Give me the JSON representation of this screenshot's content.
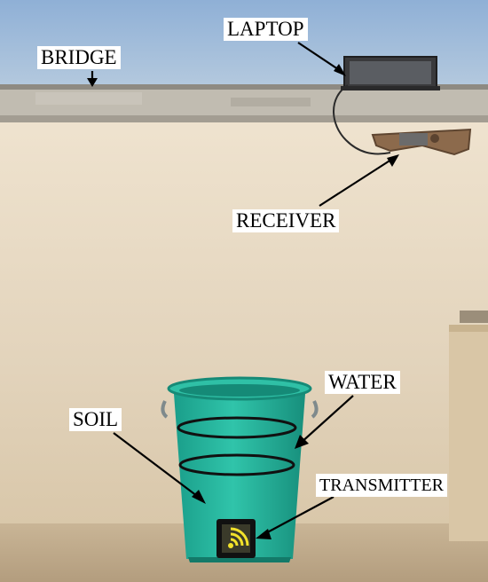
{
  "labels": {
    "bridge": "BRIDGE",
    "laptop": "LAPTOP",
    "receiver": "RECEIVER",
    "water": "WATER",
    "soil": "SOIL",
    "transmitter": "TRANSMITTER"
  },
  "colors": {
    "sky": "#9bb8d8",
    "wall": "#e4d6c0",
    "bridge_slab": "#b8b3a8",
    "bucket": "#24b8a0",
    "transmitter_icon": "#f2e22b"
  },
  "icons": {
    "transmitter": "wifi-icon"
  }
}
